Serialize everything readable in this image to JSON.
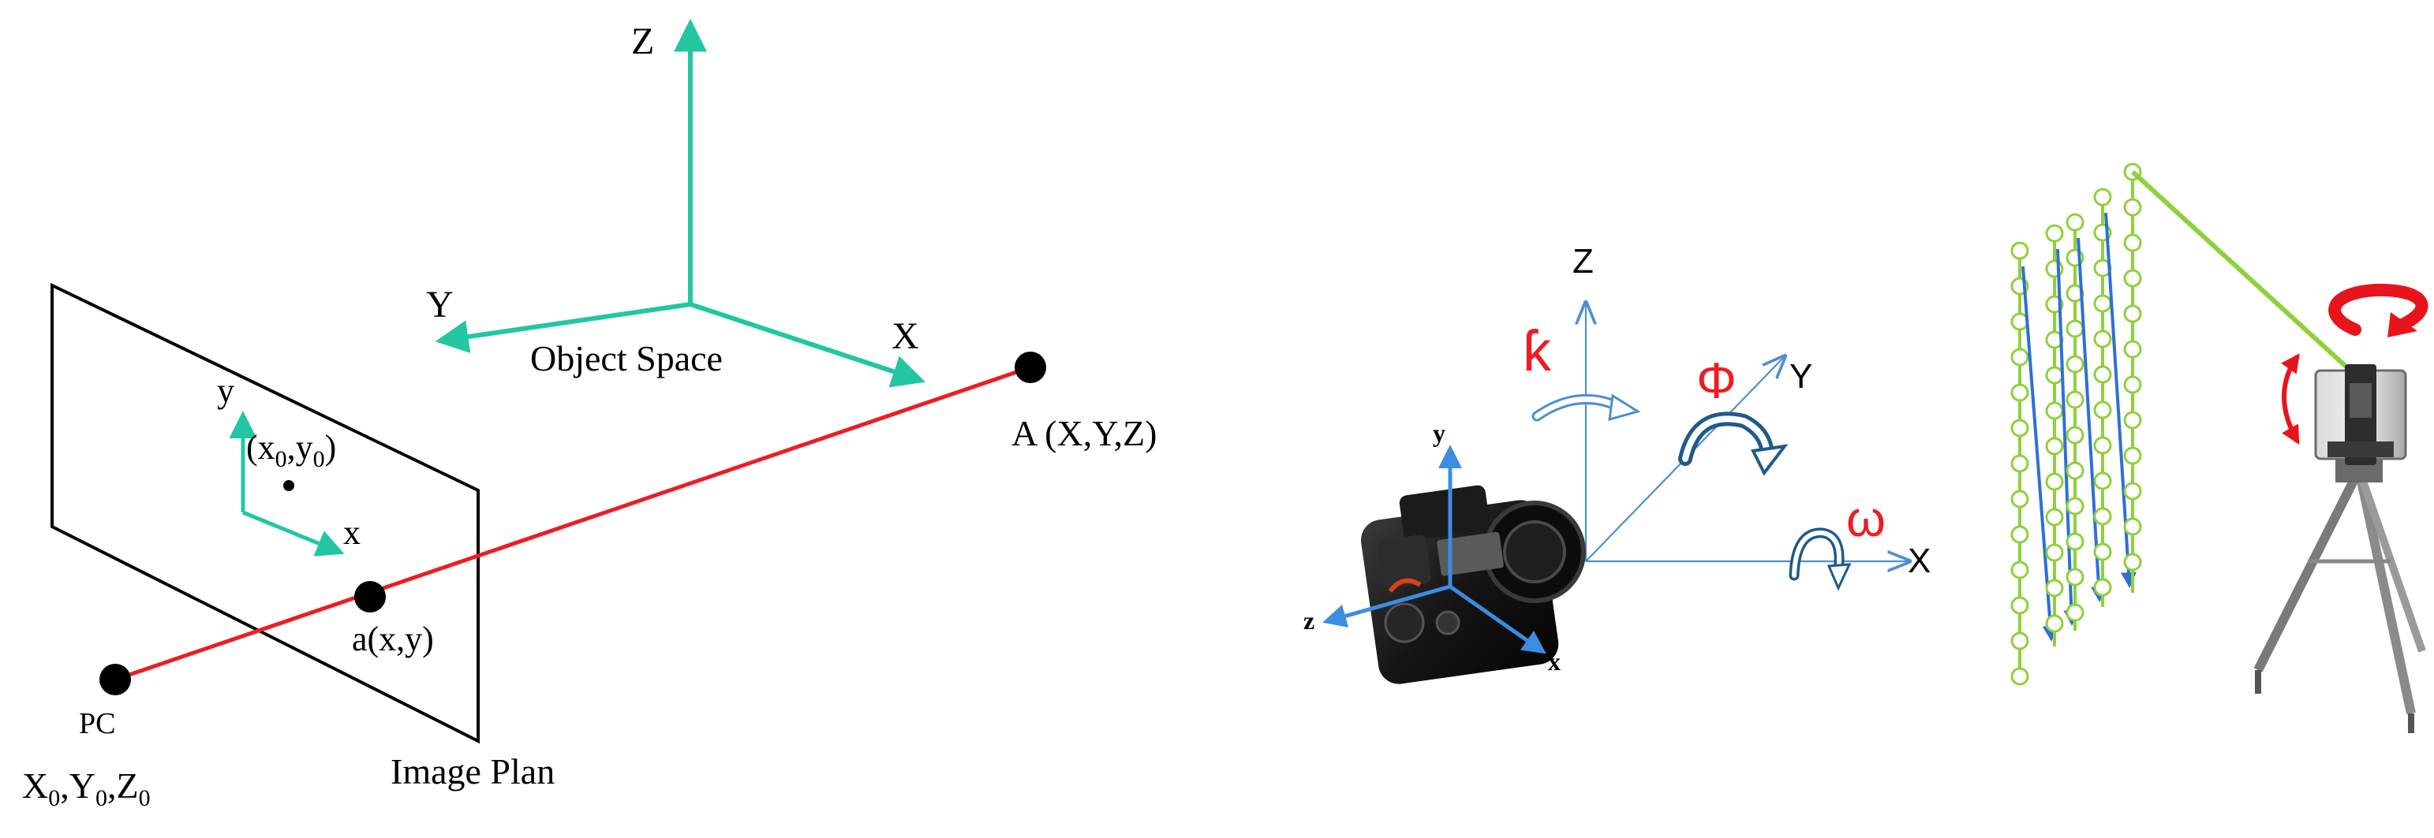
{
  "colors": {
    "axis_teal": "#22c7a2",
    "ray_red": "#ee1c24",
    "axis_blue": "#3b8de0",
    "light_axis": "#4f8fd0",
    "scan_green": "#8ed13a",
    "rotation_red": "#e8141c",
    "greek_red": "#ee1c24"
  },
  "icons": {
    "camera": "camera-icon",
    "scanner": "laser-scanner-tripod-icon"
  },
  "left_panel": {
    "object_space": {
      "label": "Object Space",
      "z_label": "Z",
      "y_label": "Y",
      "x_label": "X"
    },
    "image_plane": {
      "label": "Image Plan",
      "y_label": "y",
      "x_label": "x",
      "principal_point": {
        "open": "(x",
        "sub0": "0",
        "comma": ",y",
        "sub1": "0",
        "close": ")"
      }
    },
    "point_A": "A (X,Y,Z)",
    "point_a": "a(x,y)",
    "pc_label": "PC",
    "pc_coords": {
      "X": "X",
      "s1": "0",
      "Y": ",Y",
      "s2": "0",
      "Z": ",Z",
      "s3": "0"
    }
  },
  "middle_panel": {
    "z_label": "Z",
    "y_label": "Y",
    "x_label": "X",
    "kappa": "ƙ",
    "phi": "Φ",
    "omega": "ω",
    "camera_axes": {
      "y": "y",
      "z": "z",
      "x": "x"
    }
  }
}
